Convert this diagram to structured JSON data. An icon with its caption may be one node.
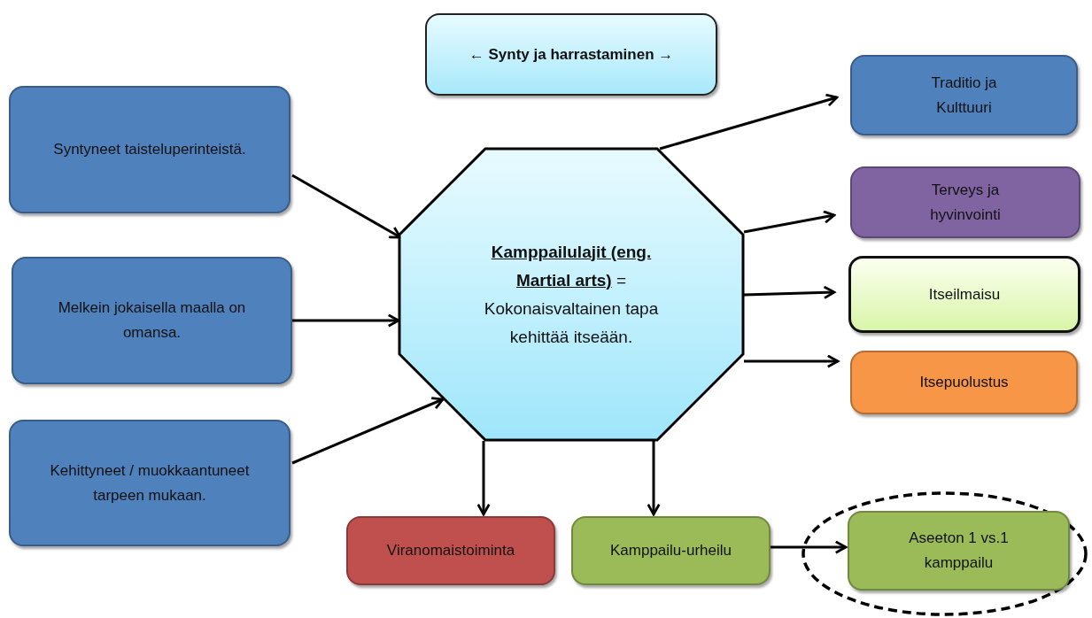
{
  "diagram": {
    "nodes": [
      {
        "text": [
          "← Synty ja harrastaminen →"
        ]
      },
      {
        "text": [
          "Syntyneet taisteluperinteistä."
        ]
      },
      {
        "text": [
          "Melkein jokaisella maalla on omansa."
        ]
      },
      {
        "text": [
          "Kehittyneet / muokkaantuneet tarpeen mukaan."
        ]
      },
      {
        "text": [
          "**Kamppailulajit (eng. Martial arts)** = Kokonaisvaltainen tapa kehittää itseään."
        ]
      },
      {
        "text": [
          "Traditio ja Kulttuuri"
        ]
      },
      {
        "text": [
          "Terveys ja hyvinvointi"
        ]
      },
      {
        "text": [
          "Itseilmaisu"
        ]
      },
      {
        "text": [
          "Itsepuolustus"
        ]
      },
      {
        "text": [
          "Viranomaistoiminta"
        ]
      },
      {
        "text": [
          "Kamppailu-urheilu"
        ]
      },
      {
        "text": [],
        "shape": "ellipse"
      },
      {
        "text": [
          "Aseeton 1 vs.1 kamppailu"
        ],
        "in": 11
      }
    ],
    "edges": [
      {
        "from": 1,
        "to": 4,
        "arrow": "to"
      },
      {
        "from": 2,
        "to": 4,
        "arrow": "to"
      },
      {
        "from": 3,
        "to": 4,
        "arrow": "to"
      },
      {
        "from": 4,
        "to": 5,
        "arrow": "to"
      },
      {
        "from": 4,
        "to": 6,
        "arrow": "to"
      },
      {
        "from": 4,
        "to": 7,
        "arrow": "to"
      },
      {
        "from": 4,
        "to": 8,
        "arrow": "to"
      },
      {
        "from": 4,
        "to": 9,
        "arrow": "to"
      },
      {
        "from": 4,
        "to": 10,
        "arrow": "to"
      },
      {
        "from": 10,
        "to": 12,
        "arrow": "to"
      }
    ]
  }
}
